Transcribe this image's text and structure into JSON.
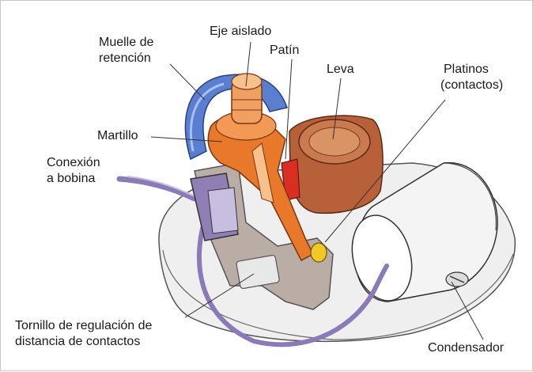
{
  "labels": {
    "muelle": [
      "Muelle de",
      "retención"
    ],
    "eje": "Eje aislado",
    "patin": "Patín",
    "leva": "Leva",
    "platinos": [
      "Platinos",
      "(contactos)"
    ],
    "martillo": "Martillo",
    "conexion": [
      "Conexión",
      "a bobina"
    ],
    "tornillo": [
      "Tornillo de regulación de",
      "distancia de contactos"
    ],
    "condensador": "Condensador"
  },
  "colors": {
    "orange_arm": "#e8782a",
    "copper_cam": "#b8603a",
    "blue_spring": "#5a7fd0",
    "purple_wire": "#8a7ab8",
    "base_plate": "#efefef",
    "bracket": "#b9ada6",
    "condenser": "#f4f4f4",
    "red_pad": "#d92f22",
    "yellow_contact": "#f0c828"
  }
}
